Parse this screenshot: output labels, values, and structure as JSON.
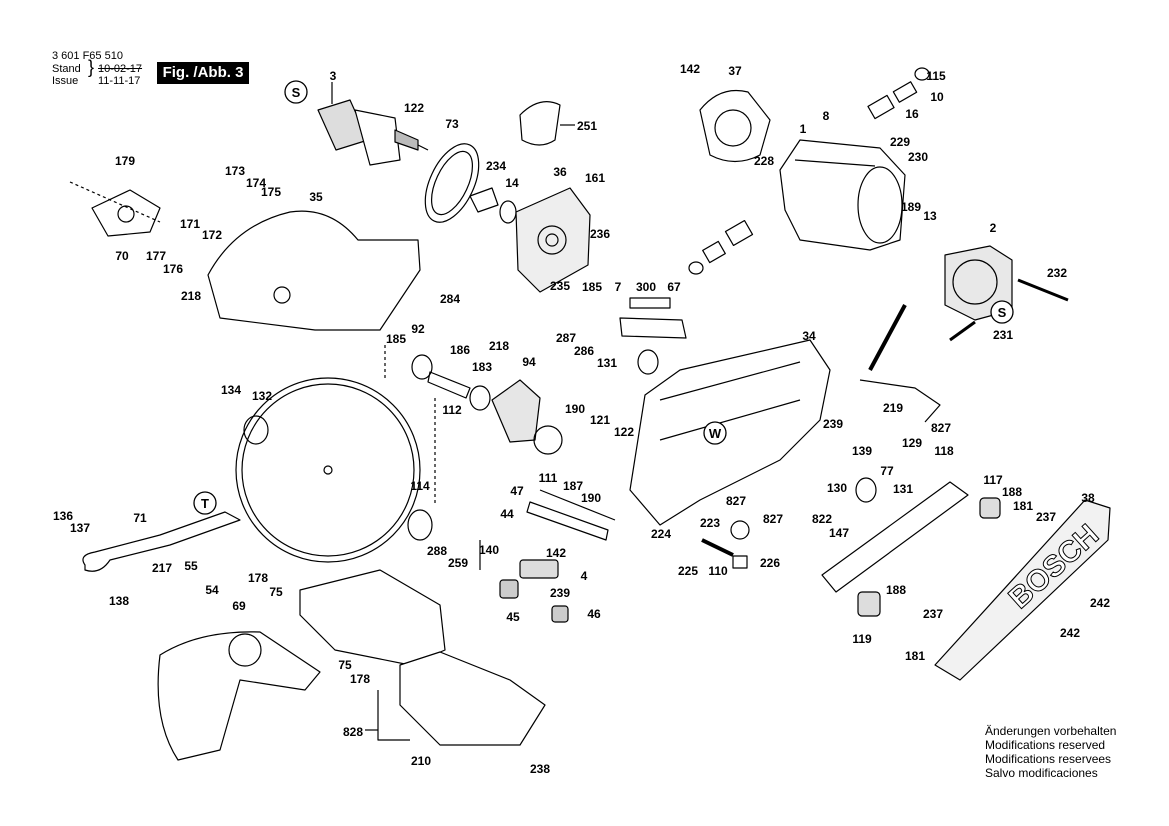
{
  "header": {
    "doc_number": "3 601 F65 510",
    "stand_label": "Stand",
    "issue_label": "Issue",
    "stand_date": "10-02-17",
    "issue_date": "11-11-17",
    "figure_label": "Fig. /Abb. 3"
  },
  "callouts": {
    "S": "S",
    "W": "W",
    "T": "T"
  },
  "parts": [
    "3",
    "122",
    "73",
    "234",
    "14",
    "251",
    "36",
    "161",
    "142",
    "37",
    "115",
    "10",
    "16",
    "229",
    "230",
    "1",
    "8",
    "228",
    "189",
    "13",
    "2",
    "232",
    "231",
    "179",
    "173",
    "174",
    "175",
    "35",
    "171",
    "172",
    "177",
    "176",
    "70",
    "218",
    "284",
    "185",
    "92",
    "186",
    "218b",
    "94",
    "183",
    "112",
    "287",
    "286",
    "131",
    "300",
    "67",
    "7",
    "185b",
    "235",
    "236",
    "34",
    "219",
    "827",
    "239",
    "129",
    "118",
    "77",
    "130",
    "139",
    "822",
    "147",
    "827b",
    "827c",
    "223",
    "224",
    "225",
    "110",
    "226",
    "121",
    "122b",
    "190",
    "111",
    "187",
    "190b",
    "134",
    "132",
    "114",
    "136",
    "137",
    "71",
    "138",
    "217",
    "55",
    "54",
    "69",
    "178",
    "75",
    "47",
    "44",
    "142b",
    "4",
    "239b",
    "45",
    "46",
    "288",
    "259",
    "140",
    "828",
    "210",
    "238",
    "75b",
    "178b",
    "117",
    "188",
    "181",
    "237",
    "38",
    "242",
    "119",
    "188b",
    "237b",
    "181b",
    "242b",
    "131b"
  ],
  "notes": [
    "Änderungen vorbehalten",
    "Modifications reserved",
    "Modifications reservees",
    "Salvo modificaciones"
  ],
  "brand_mark": "BOSCH"
}
